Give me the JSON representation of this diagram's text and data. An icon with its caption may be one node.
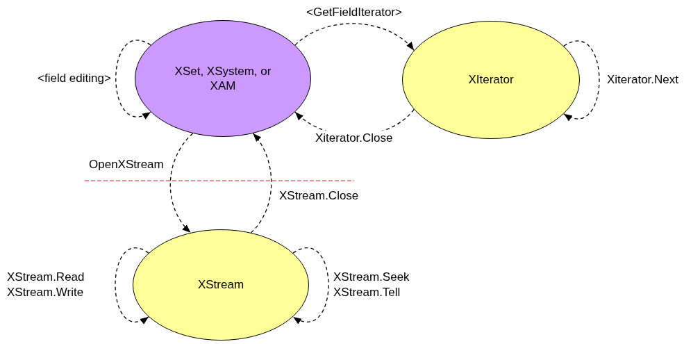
{
  "diagram": {
    "nodes": [
      {
        "text": [
          "XSet, XSystem, or XAM"
        ]
      },
      {
        "text": [
          "XIterator"
        ]
      },
      {
        "text": [
          "XStream"
        ]
      }
    ],
    "edges": [
      {
        "from": 0,
        "to": 1,
        "arrow": "to",
        "label": "<GetFieldIterator>"
      },
      {
        "from": 1,
        "to": 0,
        "arrow": "to",
        "label": "Xiterator.Close"
      },
      {
        "from": 0,
        "to": 0,
        "arrow": "to",
        "label": "<field editing>"
      },
      {
        "from": 1,
        "to": 1,
        "arrow": "to",
        "label": "Xiterator.Next"
      },
      {
        "from": 0,
        "to": 2,
        "arrow": "to",
        "label": "OpenXStream"
      },
      {
        "from": 2,
        "to": 0,
        "arrow": "to",
        "label": "XStream.Close"
      },
      {
        "from": 2,
        "to": 2,
        "arrow": "to",
        "label": "XStream.Read XStream.Write"
      },
      {
        "from": 2,
        "to": 2,
        "arrow": "to",
        "label": "XStream.Seek XStream.Tell"
      }
    ]
  }
}
